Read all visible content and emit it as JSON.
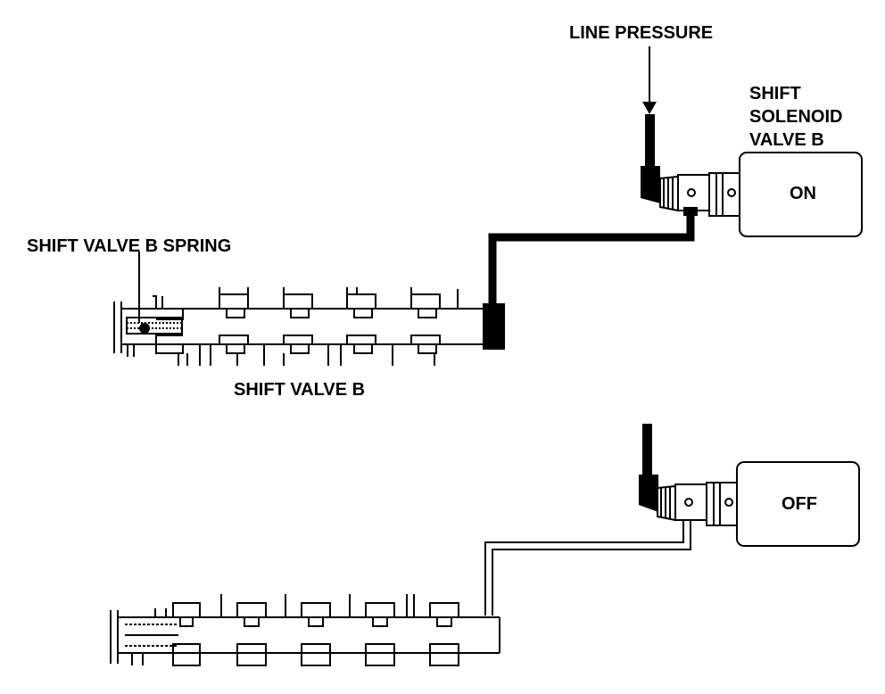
{
  "labels": {
    "line_pressure": "LINE PRESSURE",
    "solenoid_line1": "SHIFT",
    "solenoid_line2": "SOLENOID",
    "solenoid_line3": "VALVE B",
    "spring": "SHIFT VALVE B SPRING",
    "valve": "SHIFT VALVE B"
  },
  "states": {
    "on": "ON",
    "off": "OFF"
  }
}
